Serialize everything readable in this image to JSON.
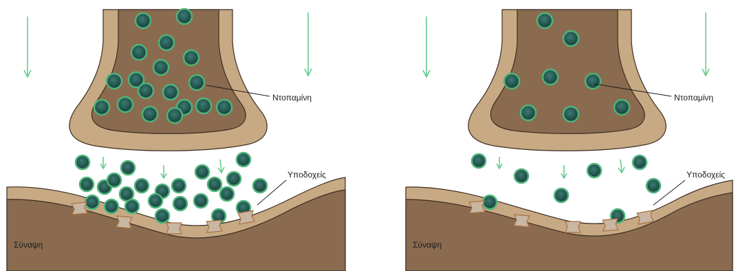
{
  "panels": [
    {
      "id": "left",
      "label_dopamine": "Ντοπαμίνη",
      "label_receptors": "Υποδοχείς",
      "label_synapse": "Σύναψη"
    },
    {
      "id": "right",
      "label_dopamine": "Ντοπαμίνη",
      "label_receptors": "Υποδοχείς",
      "label_synapse": "Σύναψη"
    }
  ],
  "colors": {
    "terminal_outer": "#c7a983",
    "terminal_inner": "#8a6b50",
    "postsynaptic": "#8a6b50",
    "membrane_light": "#c7a983",
    "vesicle_fill": "#1f5a52",
    "vesicle_ring": "#4fb37a",
    "arrow": "#5cc98a",
    "receptor": "#c9b6a3"
  }
}
